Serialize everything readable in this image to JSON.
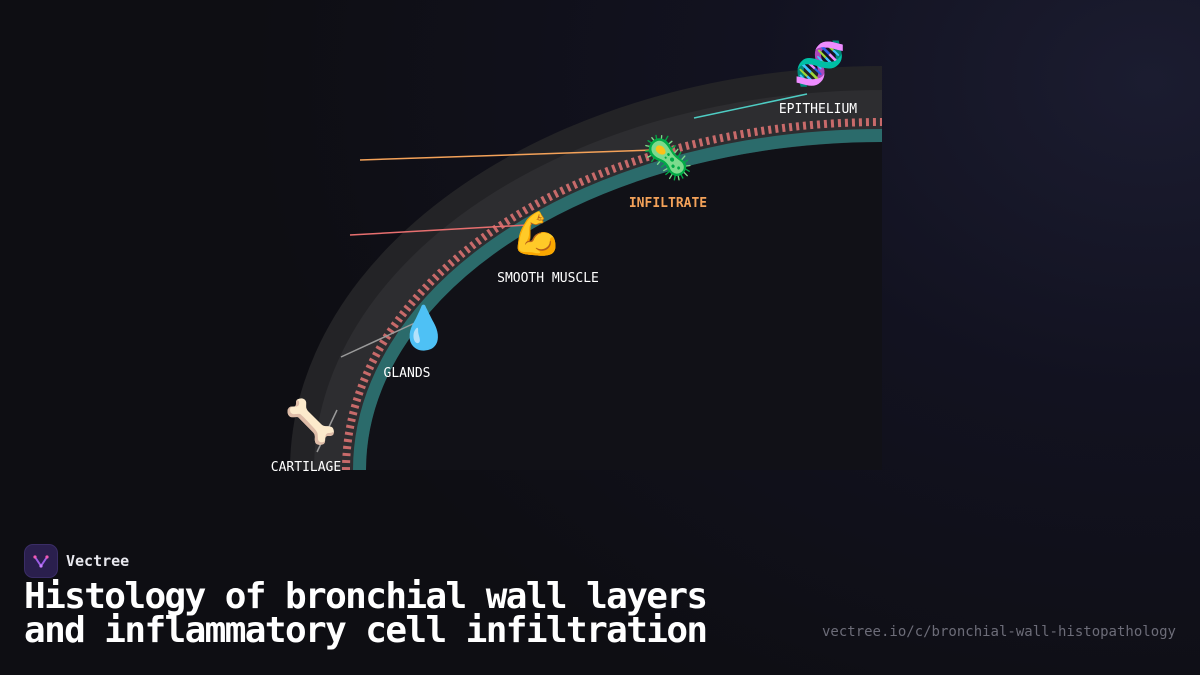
{
  "brand": {
    "name": "Vectree",
    "logo_icon": "vectree-logo-icon",
    "logo_color": "#2a1f4d"
  },
  "title": {
    "line1": "Histology of bronchial wall layers",
    "line2": "and inflammatory cell infiltration"
  },
  "url": "vectree.io/c/bronchial-wall-histopathology",
  "diagram": {
    "layers": [
      {
        "label": "EPITHELIUM",
        "icon": "dna-icon",
        "glyph": "🧬",
        "color": "#4ecdc4"
      },
      {
        "label": "INFILTRATE",
        "icon": "microbe-icon",
        "glyph": "🦠",
        "color": "#f4a259",
        "highlight": true
      },
      {
        "label": "SMOOTH MUSCLE",
        "icon": "flexed-biceps-icon",
        "glyph": "💪",
        "color": "#e76f6f"
      },
      {
        "label": "GLANDS",
        "icon": "droplet-icon",
        "glyph": "💧",
        "color": "#9a9a9a"
      },
      {
        "label": "CARTILAGE",
        "icon": "bone-icon",
        "glyph": "🦴",
        "color": "#9a9a9a"
      }
    ],
    "colors": {
      "outer_wall": "#242427",
      "submucosa": "#2e2e31",
      "muscle_band": "#c86a6a",
      "mucosa": "#2b6b6b"
    }
  }
}
